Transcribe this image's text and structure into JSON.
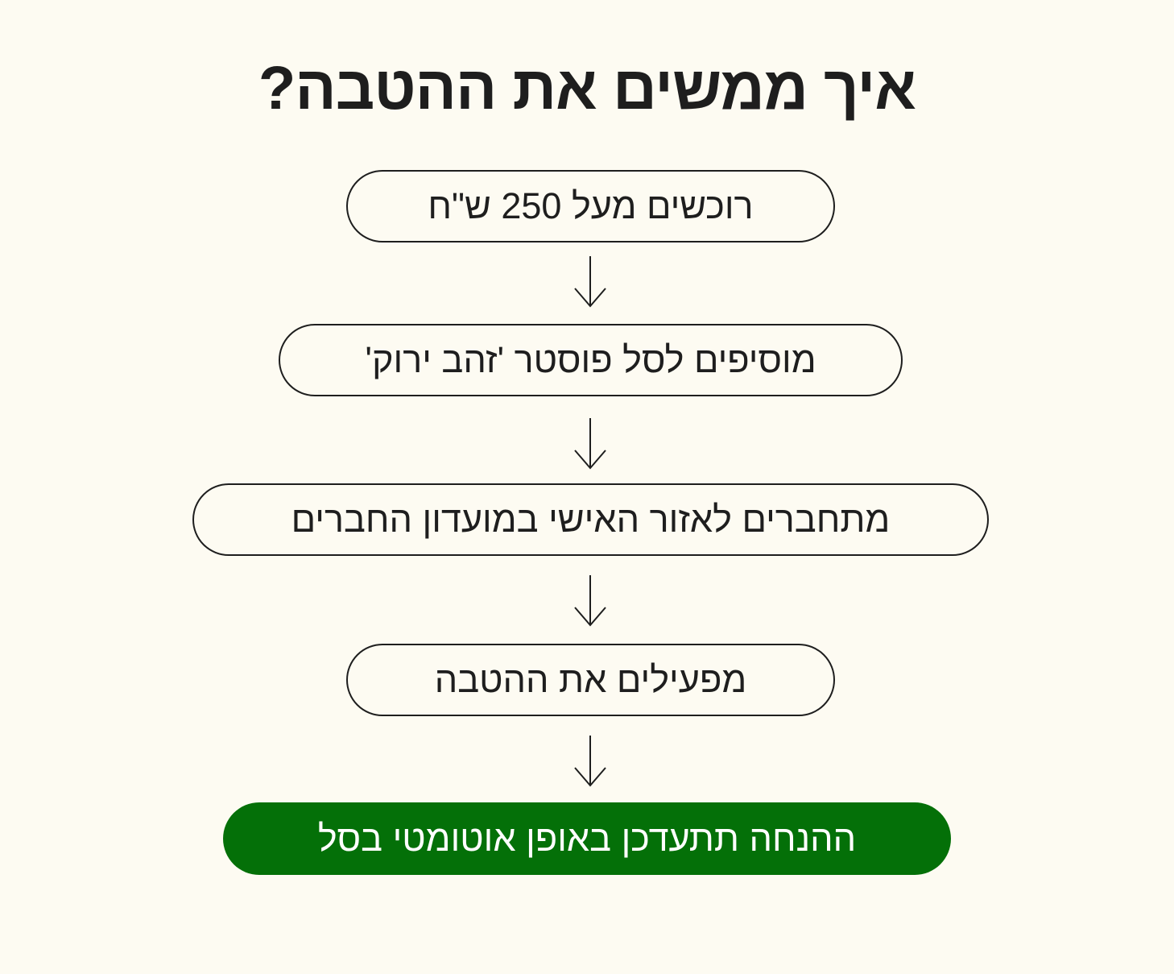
{
  "title": "איך ממשים את ההטבה?",
  "steps": [
    {
      "label": "רוכשים מעל 250 ש\"ח"
    },
    {
      "label": "מוסיפים לסל פוסטר 'זהב ירוק'"
    },
    {
      "label": "מתחברים לאזור האישי במועדון החברים"
    },
    {
      "label": "מפעילים את ההטבה"
    },
    {
      "label": "ההנחה תתעדכן באופן אוטומטי בסל"
    }
  ],
  "colors": {
    "background": "#fdfbf2",
    "text": "#1e1e1e",
    "final_fill": "#047008",
    "final_text": "#ffffff"
  },
  "arrow_icon": "down-arrow-icon"
}
